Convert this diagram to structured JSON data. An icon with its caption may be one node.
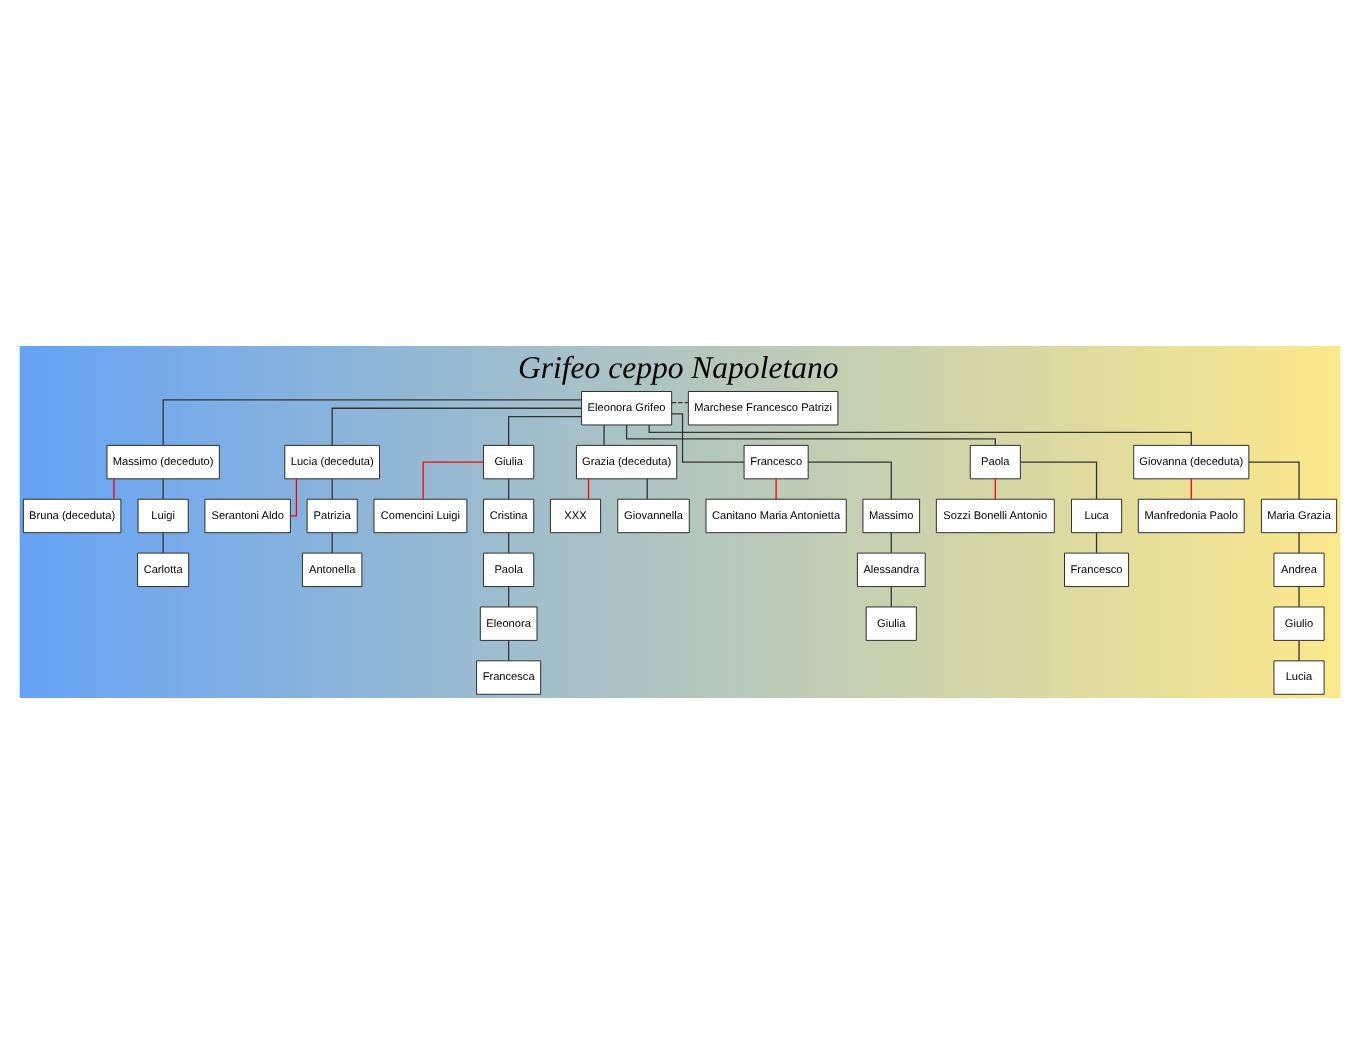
{
  "diagram": {
    "title": "Grifeo ceppo Napoletano",
    "nodes": [
      {
        "text": [
          "Eleonora Grifeo"
        ]
      },
      {
        "text": [
          "Marchese Francesco Patrizi"
        ]
      },
      {
        "text": [
          "Massimo (deceduto)"
        ]
      },
      {
        "text": [
          "Lucia (deceduta)"
        ]
      },
      {
        "text": [
          "Giulia"
        ]
      },
      {
        "text": [
          "Grazia (deceduta)"
        ]
      },
      {
        "text": [
          "Francesco"
        ]
      },
      {
        "text": [
          "Paola"
        ]
      },
      {
        "text": [
          "Giovanna (deceduta)"
        ]
      },
      {
        "text": [
          "Bruna (deceduta)"
        ]
      },
      {
        "text": [
          "Serantoni Aldo"
        ]
      },
      {
        "text": [
          "Comencini Luigi"
        ]
      },
      {
        "text": [
          "XXX"
        ]
      },
      {
        "text": [
          "Canitano Maria Antonietta"
        ]
      },
      {
        "text": [
          "Sozzi Bonelli Antonio"
        ]
      },
      {
        "text": [
          "Manfredonia Paolo"
        ]
      },
      {
        "text": [
          "Luigi"
        ]
      },
      {
        "text": [
          "Patrizia"
        ]
      },
      {
        "text": [
          "Cristina"
        ]
      },
      {
        "text": [
          "Giovannella"
        ]
      },
      {
        "text": [
          "Massimo"
        ]
      },
      {
        "text": [
          "Luca"
        ]
      },
      {
        "text": [
          "Maria Grazia"
        ]
      },
      {
        "text": [
          "Carlotta"
        ]
      },
      {
        "text": [
          "Antonella"
        ]
      },
      {
        "text": [
          "Paola"
        ]
      },
      {
        "text": [
          "Alessandra"
        ]
      },
      {
        "text": [
          "Francesco"
        ]
      },
      {
        "text": [
          "Andrea"
        ]
      },
      {
        "text": [
          "Eleonora"
        ]
      },
      {
        "text": [
          "Giulia"
        ]
      },
      {
        "text": [
          "Giulio"
        ]
      },
      {
        "text": [
          "Francesca"
        ]
      },
      {
        "text": [
          "Lucia"
        ]
      }
    ],
    "edges": [
      {
        "from": 0,
        "to": 1,
        "arrow": "none",
        "style": "dashed"
      },
      {
        "from": 0,
        "to": 2,
        "arrow": "none"
      },
      {
        "from": 0,
        "to": 3,
        "arrow": "none"
      },
      {
        "from": 0,
        "to": 4,
        "arrow": "none"
      },
      {
        "from": 0,
        "to": 5,
        "arrow": "none"
      },
      {
        "from": 0,
        "to": 6,
        "arrow": "none"
      },
      {
        "from": 0,
        "to": 7,
        "arrow": "none"
      },
      {
        "from": 0,
        "to": 8,
        "arrow": "none"
      },
      {
        "from": 2,
        "to": 9,
        "arrow": "none",
        "color": "#ff0000"
      },
      {
        "from": 3,
        "to": 10,
        "arrow": "none",
        "color": "#ff0000"
      },
      {
        "from": 4,
        "to": 11,
        "arrow": "none",
        "color": "#ff0000"
      },
      {
        "from": 5,
        "to": 12,
        "arrow": "none",
        "color": "#ff0000"
      },
      {
        "from": 6,
        "to": 13,
        "arrow": "none",
        "color": "#ff0000"
      },
      {
        "from": 7,
        "to": 14,
        "arrow": "none",
        "color": "#ff0000"
      },
      {
        "from": 8,
        "to": 15,
        "arrow": "none",
        "color": "#ff0000"
      },
      {
        "from": 2,
        "to": 16,
        "arrow": "none"
      },
      {
        "from": 3,
        "to": 17,
        "arrow": "none"
      },
      {
        "from": 4,
        "to": 18,
        "arrow": "none"
      },
      {
        "from": 5,
        "to": 19,
        "arrow": "none"
      },
      {
        "from": 6,
        "to": 20,
        "arrow": "none"
      },
      {
        "from": 7,
        "to": 21,
        "arrow": "none"
      },
      {
        "from": 8,
        "to": 22,
        "arrow": "none"
      },
      {
        "from": 16,
        "to": 23,
        "arrow": "none"
      },
      {
        "from": 17,
        "to": 24,
        "arrow": "none"
      },
      {
        "from": 18,
        "to": 25,
        "arrow": "none"
      },
      {
        "from": 20,
        "to": 26,
        "arrow": "none"
      },
      {
        "from": 21,
        "to": 27,
        "arrow": "none"
      },
      {
        "from": 22,
        "to": 28,
        "arrow": "none"
      },
      {
        "from": 25,
        "to": 29,
        "arrow": "none"
      },
      {
        "from": 26,
        "to": 30,
        "arrow": "none"
      },
      {
        "from": 28,
        "to": 31,
        "arrow": "none"
      },
      {
        "from": 29,
        "to": 32,
        "arrow": "none"
      },
      {
        "from": 31,
        "to": 33,
        "arrow": "none"
      }
    ]
  }
}
